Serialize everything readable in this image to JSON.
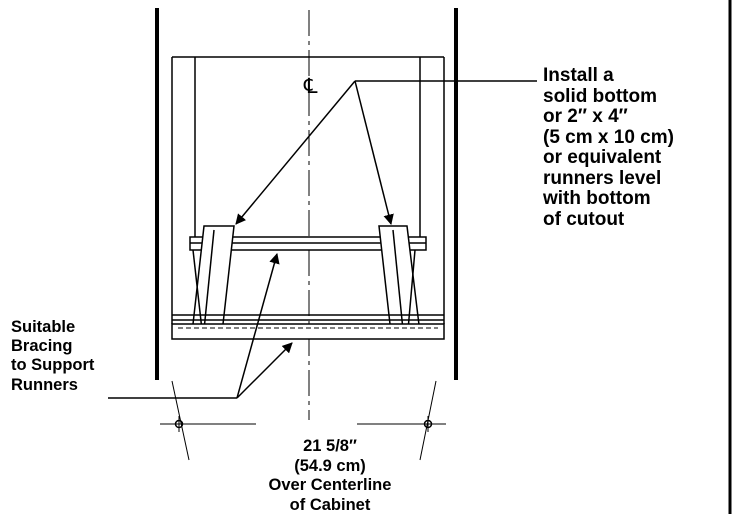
{
  "diagram": {
    "centerline_symbol": "℄",
    "install_callout": [
      "Install a",
      "solid bottom",
      "or 2″ x 4″",
      "(5 cm x 10 cm)",
      "or equivalent",
      "runners level",
      "with bottom",
      "of cutout"
    ],
    "bracing_callout": [
      "Suitable",
      "Bracing",
      "to Support",
      "Runners"
    ],
    "dimension": {
      "imperial": "21 5/8″",
      "metric": "(54.9 cm)",
      "note_line1": "Over Centerline",
      "note_line2": "of Cabinet"
    }
  }
}
